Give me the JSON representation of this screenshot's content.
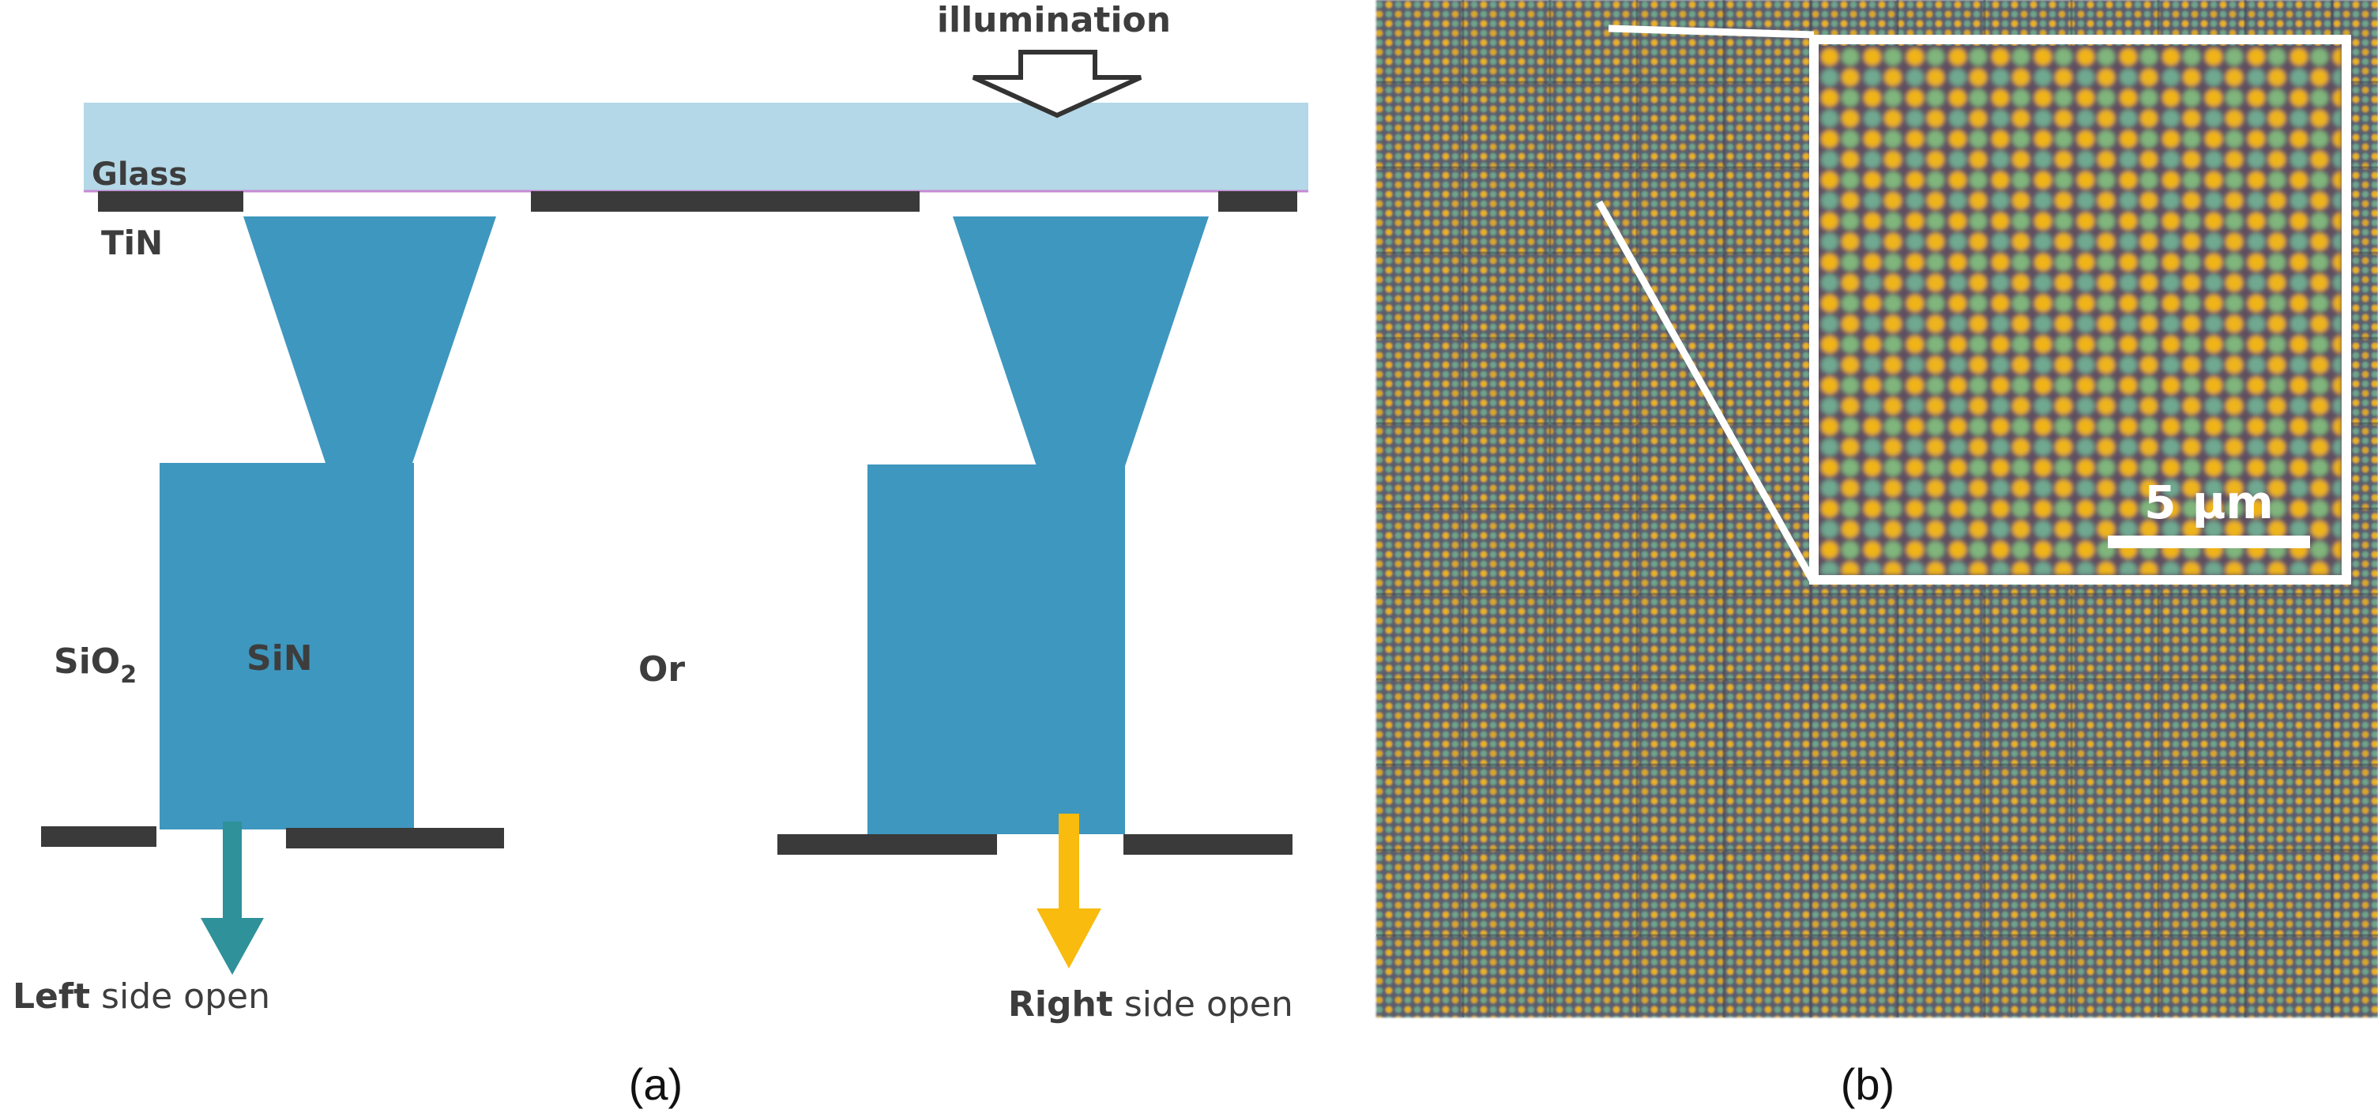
{
  "panel_a": {
    "illumination_label": "illumination",
    "glass_label": "Glass",
    "tin_label": "TiN",
    "sio2_label_main": "SiO",
    "sio2_label_sub": "2",
    "sin_label": "SiN",
    "or_label": "Or",
    "left_caption_bold": "Left",
    "left_caption_rest": " side open",
    "right_caption_bold": "Right",
    "right_caption_rest": " side open",
    "colors": {
      "glass": "#b4d8e7",
      "waveguide": "#3e97bf",
      "tin": "#3a3a3a",
      "left_arrow": "#2f9199",
      "right_arrow": "#f8bb0e"
    }
  },
  "panel_b": {
    "scale_bar_label": "5 µm",
    "colors": {
      "yellow_dot": "#f2b916",
      "green_dot": "#7fb07a",
      "background": "#5a5d6c"
    }
  },
  "captions": {
    "a": "(a)",
    "b": "(b)"
  }
}
